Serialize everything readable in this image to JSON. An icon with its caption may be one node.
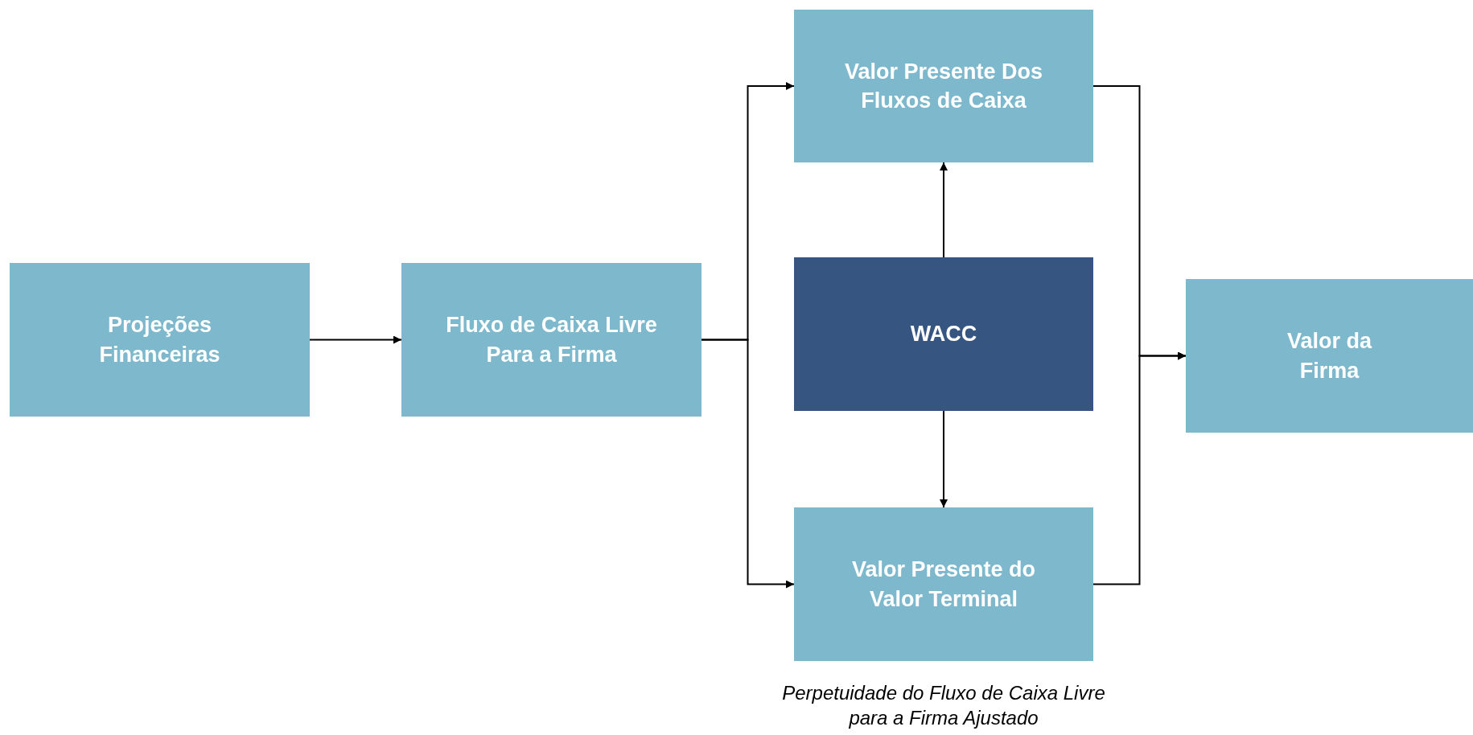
{
  "diagram": {
    "nodes": [
      {
        "text": [
          "Projeções Financeiras"
        ]
      },
      {
        "text": [
          "Fluxo de Caixa Livre Para a Firma"
        ]
      },
      {
        "text": [
          "Valor Presente Dos Fluxos de Caixa"
        ]
      },
      {
        "text": [
          "WACC"
        ]
      },
      {
        "text": [
          "Valor Presente do Valor Terminal"
        ],
        "beside": [
          "Perpetuidade do Fluxo de Caixa Livre para a Firma Ajustado"
        ]
      },
      {
        "text": [
          "Valor da Firma"
        ]
      }
    ],
    "edges": [
      {
        "from": 0,
        "to": 1,
        "arrow": "to"
      },
      {
        "from": 1,
        "to": 2,
        "arrow": "to"
      },
      {
        "from": 1,
        "to": 4,
        "arrow": "to"
      },
      {
        "from": 3,
        "to": 2,
        "arrow": "to"
      },
      {
        "from": 3,
        "to": 4,
        "arrow": "to"
      },
      {
        "from": 2,
        "to": 5,
        "arrow": "to"
      },
      {
        "from": 4,
        "to": 5,
        "arrow": "to"
      }
    ]
  }
}
